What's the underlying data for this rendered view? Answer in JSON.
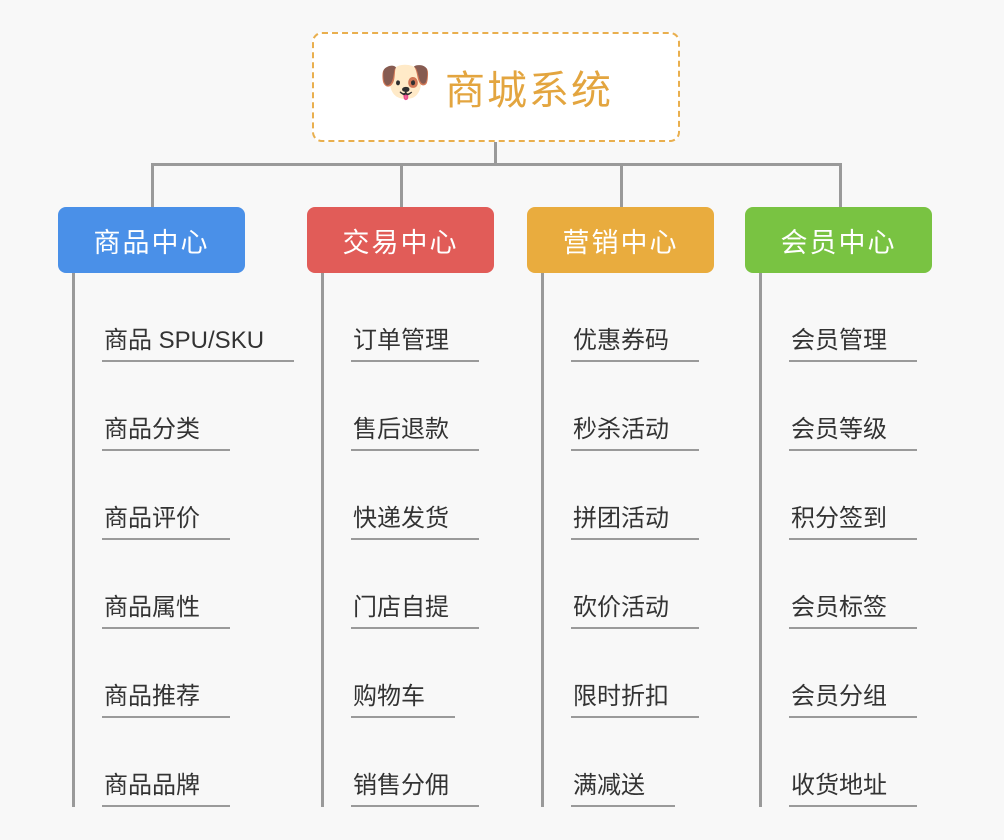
{
  "page": {
    "background_color": "#f8f8f8",
    "type": "mindmap-org-chart"
  },
  "root": {
    "icon": "shiba-dog-face-emoji",
    "emoji": "🐶",
    "title": "商城系统",
    "border_color": "#e9af4e",
    "text_color": "#e3a53f",
    "background_color": "#ffffff"
  },
  "connector": {
    "color": "#9a9a9a"
  },
  "branches": [
    {
      "label": "商品中心",
      "color": "#4a90e8",
      "items": [
        "商品 SPU/SKU",
        "商品分类",
        "商品评价",
        "商品属性",
        "商品推荐",
        "商品品牌"
      ]
    },
    {
      "label": "交易中心",
      "color": "#e15c58",
      "items": [
        "订单管理",
        "售后退款",
        "快递发货",
        "门店自提",
        "购物车",
        "销售分佣"
      ]
    },
    {
      "label": "营销中心",
      "color": "#e9ac3e",
      "items": [
        "优惠券码",
        "秒杀活动",
        "拼团活动",
        "砍价活动",
        "限时折扣",
        "满减送"
      ]
    },
    {
      "label": "会员中心",
      "color": "#79c342",
      "items": [
        "会员管理",
        "会员等级",
        "积分签到",
        "会员标签",
        "会员分组",
        "收货地址"
      ]
    }
  ]
}
